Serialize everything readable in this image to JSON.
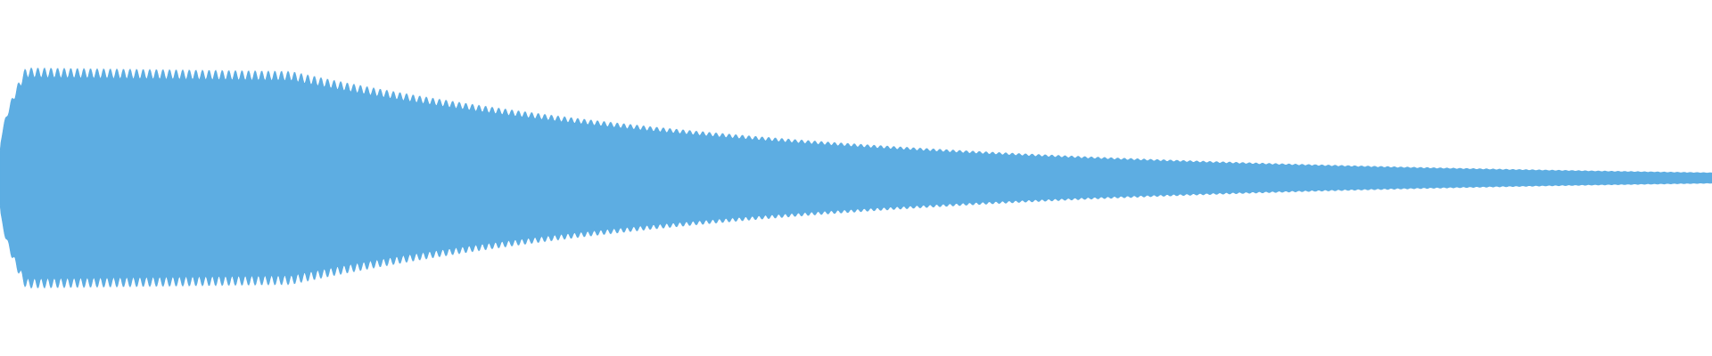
{
  "waveform": {
    "color": "#5dade2",
    "background": "#ffffff",
    "envelope": {
      "attack_peak": 0.62,
      "sustain_peak": 0.6,
      "tail_end": 0.03,
      "oscillation_count": 260
    }
  }
}
